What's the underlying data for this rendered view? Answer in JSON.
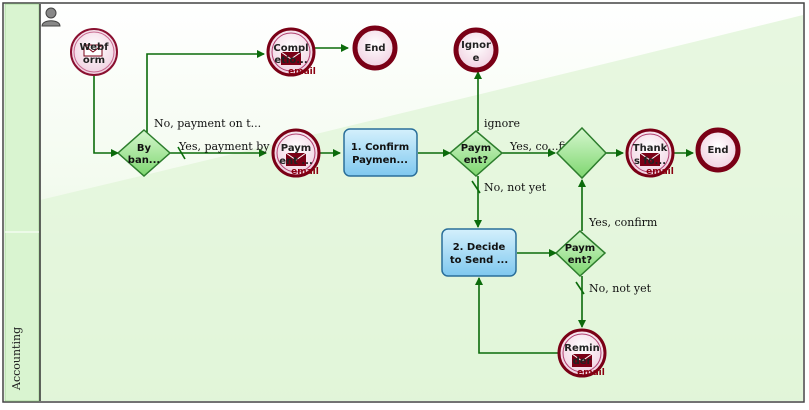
{
  "lane": {
    "title": "Accounting"
  },
  "nodes": {
    "webform": {
      "label_1": "Webf",
      "label_2": "orm"
    },
    "completion_email": {
      "label_1": "Compl",
      "label_2": "etio...",
      "badge": "email"
    },
    "end_top": {
      "label": "End"
    },
    "ignore": {
      "label_1": "Ignor",
      "label_2": "e"
    },
    "gateway_bank": {
      "label_1": "By",
      "label_2": "ban..."
    },
    "payment_email": {
      "label_1": "Paym",
      "label_2": "ent ...",
      "badge": "email"
    },
    "task_confirm": {
      "label_1": "1. Confirm",
      "label_2": "Paymen..."
    },
    "gateway_payment_1": {
      "label_1": "Paym",
      "label_2": "ent?"
    },
    "gateway_merge": {},
    "thanks_email": {
      "label_1": "Thank",
      "label_2": "s fo...",
      "badge": "email"
    },
    "end_right": {
      "label": "End"
    },
    "task_decide": {
      "label_1": "2. Decide",
      "label_2": "to Send ..."
    },
    "gateway_payment_2": {
      "label_1": "Paym",
      "label_2": "ent?"
    },
    "reminder_email": {
      "label_1": "Remin",
      "label_2": "der",
      "badge": "email"
    }
  },
  "flow_labels": {
    "no_payment_on": "No, payment on t...",
    "yes_payment_by": "Yes, payment by",
    "ignore": "ignore",
    "yes_confirm_1": "Yes, co...firm",
    "no_not_yet_1": "No, not yet",
    "yes_confirm_2": "Yes, confirm",
    "no_not_yet_2": "No, not yet"
  },
  "colors": {
    "flow": "#0b6b0b",
    "event_ring": "#7a0016",
    "event_fill": "#f6e6ef",
    "gateway_fill": "#a8eaa0",
    "gateway_stroke": "#2d7d2d",
    "task_fill": "#9fd8f3",
    "task_stroke": "#2a6f9a",
    "lane_fill": "#e6f7df"
  }
}
